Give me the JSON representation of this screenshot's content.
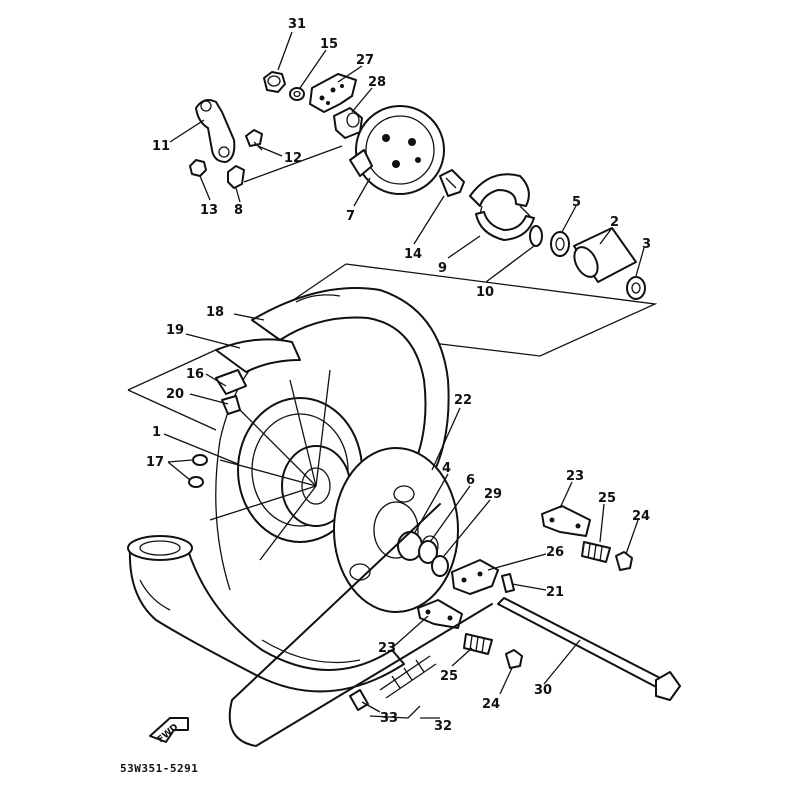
{
  "diagram": {
    "drawing_code": "53W351-5291",
    "fwd_label": "FWD",
    "callouts": {
      "c1": "1",
      "c2": "2",
      "c3": "3",
      "c4": "4",
      "c5": "5",
      "c6": "6",
      "c7": "7",
      "c8": "8",
      "c9": "9",
      "c10": "10",
      "c11": "11",
      "c12": "12",
      "c13": "13",
      "c14": "14",
      "c15": "15",
      "c16": "16",
      "c17": "17",
      "c18": "18",
      "c19": "19",
      "c20": "20",
      "c21": "21",
      "c22": "22",
      "c23a": "23",
      "c23b": "23",
      "c24a": "24",
      "c24b": "24",
      "c25a": "25",
      "c25b": "25",
      "c26": "26",
      "c27": "27",
      "c28": "28",
      "c29": "29",
      "c30": "30",
      "c31": "31",
      "c32": "32",
      "c33": "33"
    }
  }
}
